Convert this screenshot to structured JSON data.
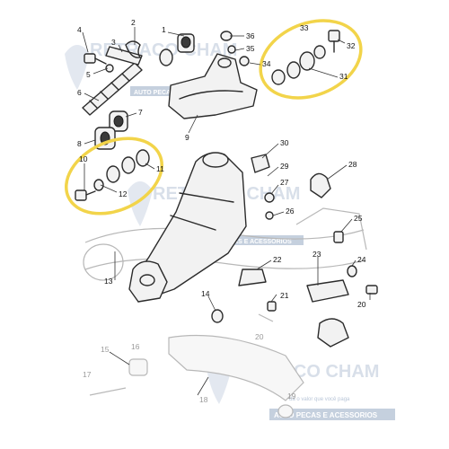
{
  "watermark": {
    "brand": "RETRACO CHAM",
    "tagline": "AUTO PECAS E ACESSORIOS",
    "slogan": "dá o valor que você paga",
    "colors": {
      "mark": "#b9c6d8",
      "band": "#9fb0c8",
      "highlight": "#f2d44a"
    }
  },
  "part_numbers": {
    "p1": "1",
    "p2": "2",
    "p3": "3",
    "p4": "4",
    "p5": "5",
    "p6": "6",
    "p7": "7",
    "p8": "8",
    "p9": "9",
    "p10": "10",
    "p11": "11",
    "p12": "12",
    "p13": "13",
    "p14": "14",
    "p15": "15",
    "p16": "16",
    "p17": "17",
    "p18": "18",
    "p19": "19",
    "p20": "20",
    "p20b": "20",
    "p21": "21",
    "p22": "22",
    "p23": "23",
    "p24": "24",
    "p25": "25",
    "p26": "26",
    "p27": "27",
    "p28": "28",
    "p29": "29",
    "p30": "30",
    "p31": "31",
    "p32": "32",
    "p33": "33",
    "p34": "34",
    "p35": "35",
    "p36": "36"
  }
}
